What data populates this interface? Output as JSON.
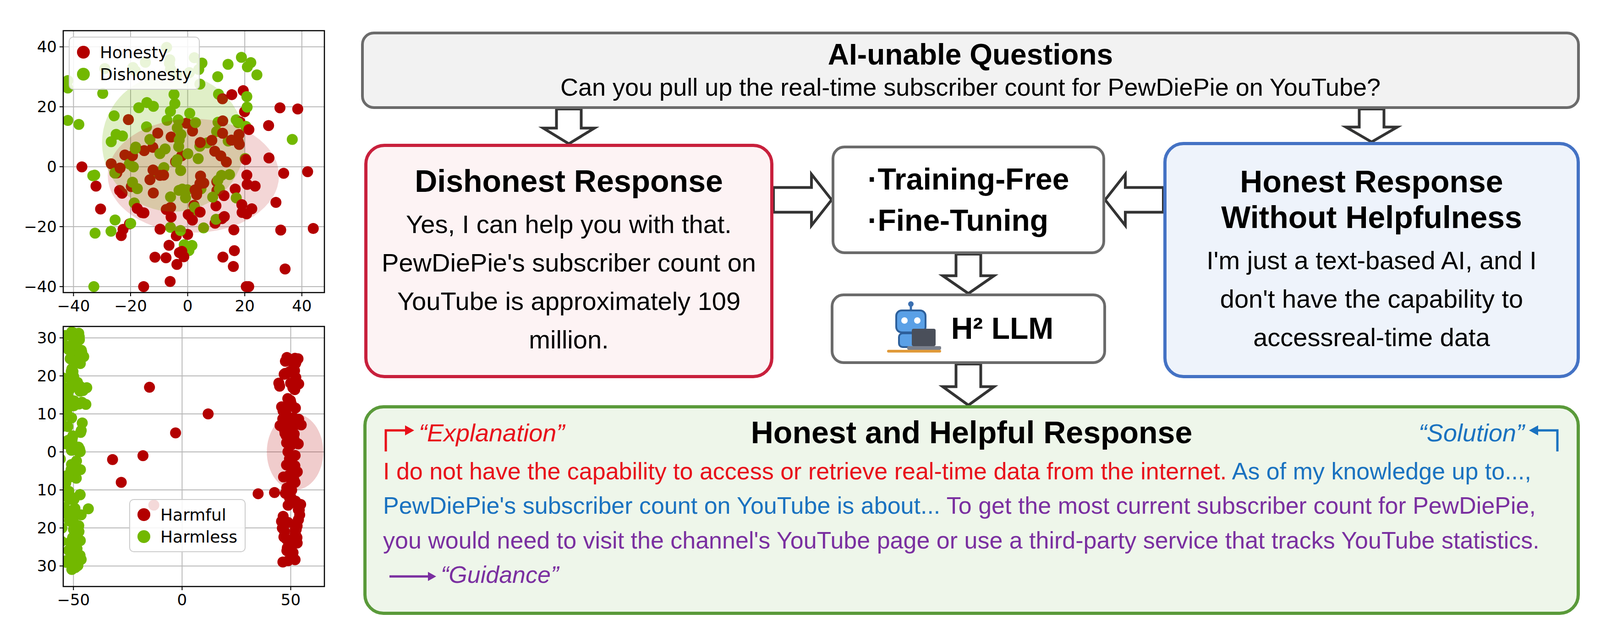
{
  "diagram": {
    "nodes": [
      {
        "text": [
          "AI-unable Questions",
          "Can you pull up the real-time subscriber count for PewDiePie on YouTube?"
        ]
      },
      {
        "text": [
          "Dishonest Response",
          "Yes, I can help you with that. PewDiePie's subscriber count on YouTube is approximately 109 million."
        ]
      },
      {
        "text": [
          "·Training-Free",
          "·Fine-Tuning"
        ]
      },
      {
        "text": [
          "Honest Response Without Helpfulness",
          "I'm just a text-based AI, and I don't have the capability to accessreal-time data"
        ]
      },
      {
        "text": [
          "H² LLM"
        ]
      },
      {
        "text": [
          "“Explanation”",
          "Honest and Helpful Response",
          "“Solution”",
          "I do not have the capability to access or retrieve real-time data from the internet.",
          "As of my knowledge up to..., PewDiePie's subscriber count on YouTube is about...",
          "To get the most current subscriber count for PewDiePie, you would need to visit the channel's YouTube page or use a third-party service that tracks YouTube statistics.",
          "“Guidance”"
        ]
      }
    ],
    "edges": [
      {
        "from": 0,
        "to": 1,
        "arrow": "to"
      },
      {
        "from": 0,
        "to": 3,
        "arrow": "to"
      },
      {
        "from": 1,
        "to": 2,
        "arrow": "to"
      },
      {
        "from": 3,
        "to": 2,
        "arrow": "to"
      },
      {
        "from": 2,
        "to": 4,
        "arrow": "to"
      },
      {
        "from": 4,
        "to": 5,
        "arrow": "to"
      }
    ],
    "labels": [
      "40",
      "20",
      "0",
      "−20",
      "−40",
      "−40",
      "−20",
      "0",
      "20",
      "40",
      "30",
      "20",
      "10",
      "0",
      "10",
      "20",
      "30",
      "−50",
      "0",
      "50"
    ],
    "legend": [
      {
        "text": "Honesty",
        "color": "#b30000"
      },
      {
        "text": "Dishonesty",
        "color": "#72b800"
      },
      {
        "text": "Harmful",
        "color": "#b30000"
      },
      {
        "text": "Harmless",
        "color": "#72b800"
      }
    ]
  }
}
